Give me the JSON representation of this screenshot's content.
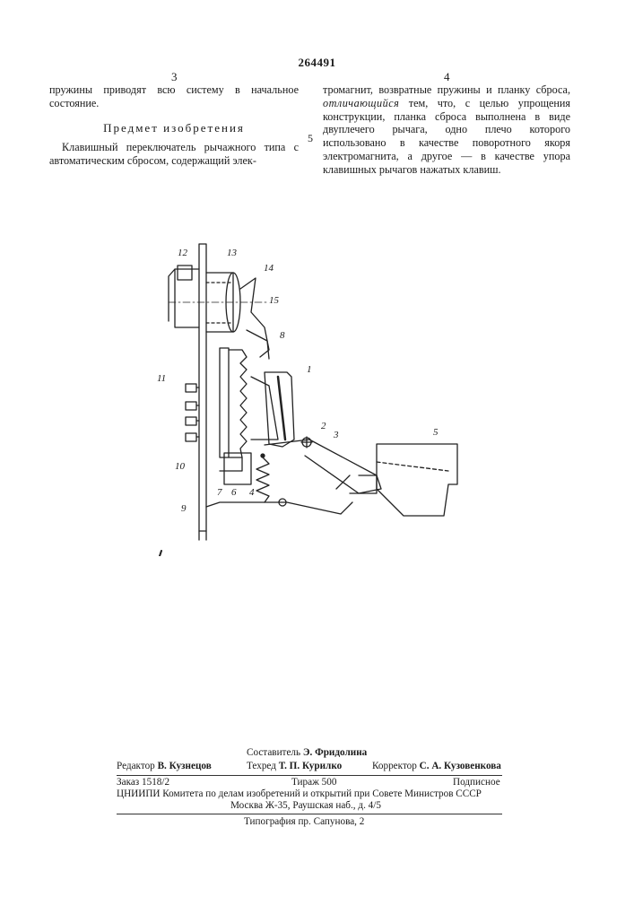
{
  "header": {
    "patent_number": "264491",
    "left_column_number": "3",
    "right_column_number": "4",
    "line_marker": "5"
  },
  "left_column": {
    "continuation": "пружины приводят всю систему в начальное состояние.",
    "section_title": "Предмет изобретения",
    "claim_start": "Клавишный переключатель рычажного типа с автоматическим сбросом, содержащий элек-"
  },
  "right_column": {
    "claim_part1": "тромагнит, возвратные пружины и планку сброса,",
    "claim_emphasis": "отличающийся",
    "claim_part2": "тем, что, с целью упрощения конструкции, планка сброса выполнена в виде двуплечего рычага, одно плечо которого использовано в качестве поворотного якоря электромагнита, а другое — в качестве упора клавишных рычагов нажатых клавиш."
  },
  "figure": {
    "labels": [
      "12",
      "13",
      "14",
      "15",
      "8",
      "1",
      "11",
      "2",
      "3",
      "5",
      "10",
      "7",
      "6",
      "4",
      "9"
    ]
  },
  "footer": {
    "compiler_label": "Составитель",
    "compiler_name": "Э. Фридолина",
    "editor_label": "Редактор",
    "editor_name": "В. Кузнецов",
    "techred_label": "Техред",
    "techred_name": "Т. П. Курилко",
    "corrector_label": "Корректор",
    "corrector_name": "С. А. Кузовенкова",
    "order": "Заказ  1518/2",
    "circulation": "Тираж  500",
    "subscription": "Подписное",
    "org_line1": "ЦНИИПИ Комитета по делам изобретений и открытий при Совете Министров СССР",
    "org_line2": "Москва Ж-35, Раушская наб., д. 4/5",
    "printer": "Типография пр. Сапунова, 2"
  }
}
